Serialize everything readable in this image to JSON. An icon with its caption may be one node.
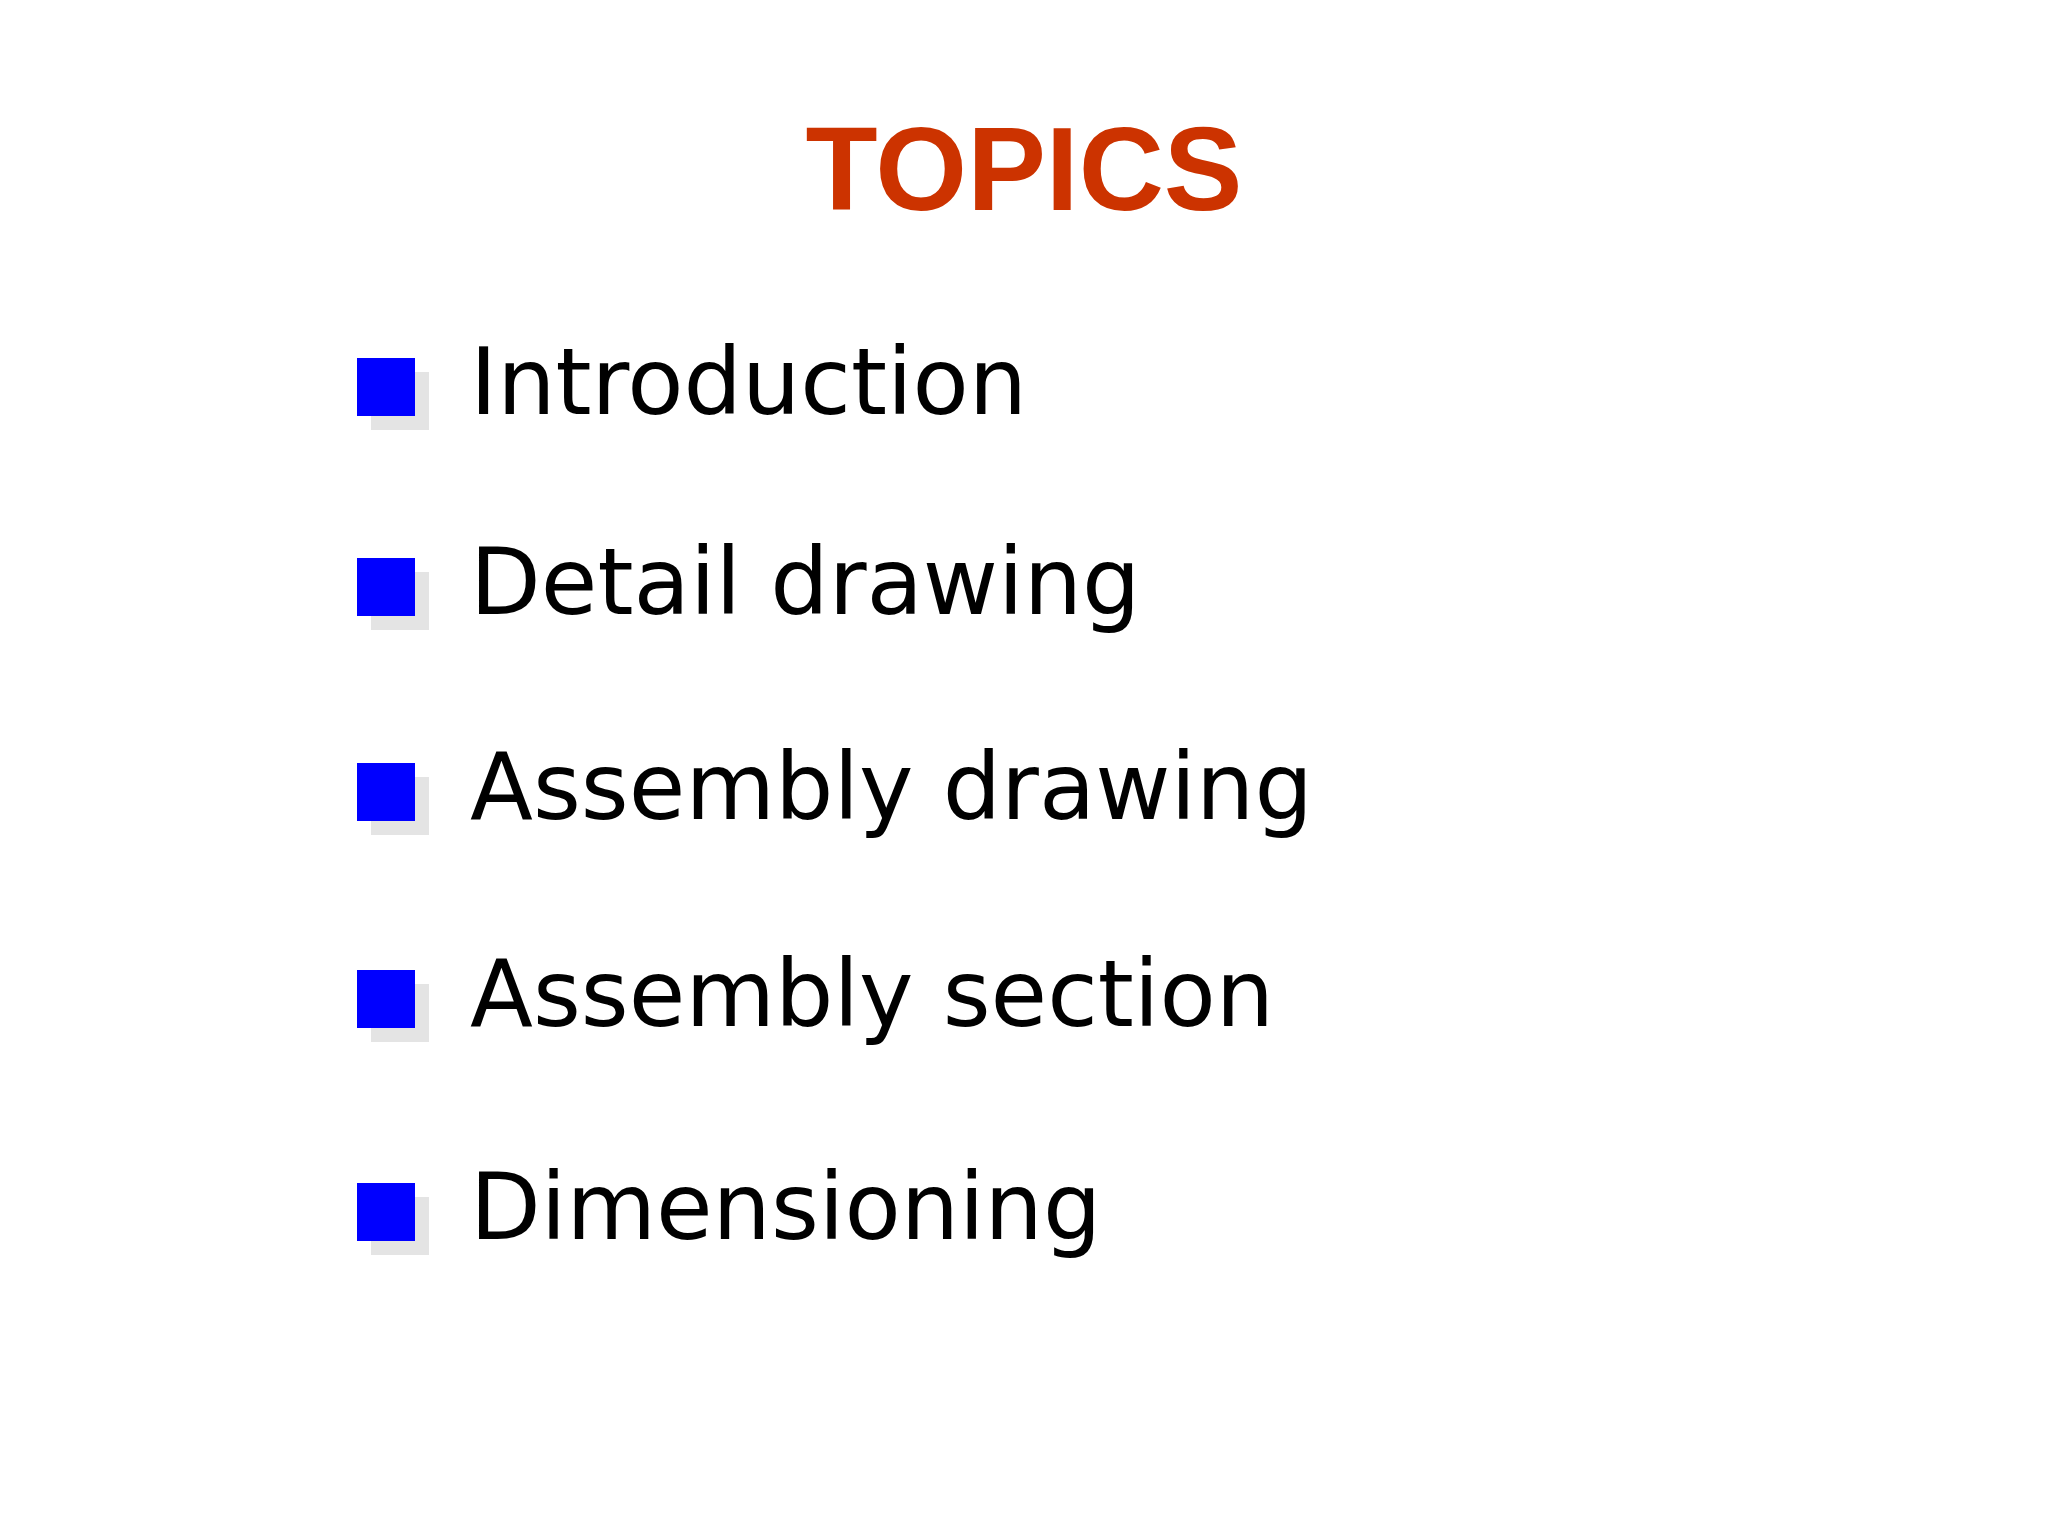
{
  "diagram": {
    "title": "TOPICS",
    "labels": [
      "Introduction",
      "Detail drawing",
      "Assembly drawing",
      "Assembly section",
      "Dimensioning"
    ]
  }
}
